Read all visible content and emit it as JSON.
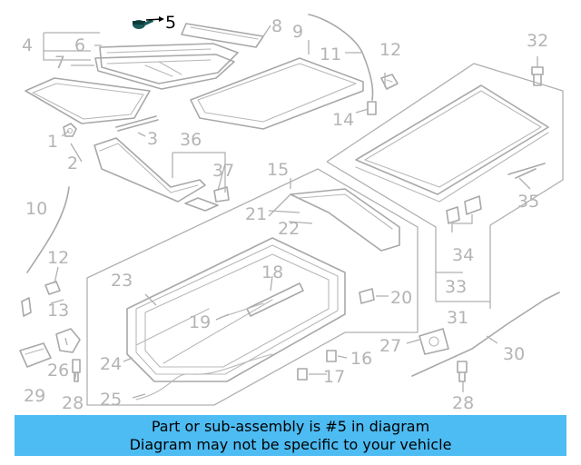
{
  "callouts": [
    {
      "id": "1",
      "text": "1",
      "highlighted": false
    },
    {
      "id": "2",
      "text": "2",
      "highlighted": false
    },
    {
      "id": "3",
      "text": "3",
      "highlighted": false
    },
    {
      "id": "4",
      "text": "4",
      "highlighted": false
    },
    {
      "id": "5",
      "text": "5",
      "highlighted": true
    },
    {
      "id": "6",
      "text": "6",
      "highlighted": false
    },
    {
      "id": "7",
      "text": "7",
      "highlighted": false
    },
    {
      "id": "8",
      "text": "8",
      "highlighted": false
    },
    {
      "id": "9",
      "text": "9",
      "highlighted": false
    },
    {
      "id": "10",
      "text": "10",
      "highlighted": false
    },
    {
      "id": "11",
      "text": "11",
      "highlighted": false
    },
    {
      "id": "12a",
      "text": "12",
      "highlighted": false
    },
    {
      "id": "12b",
      "text": "12",
      "highlighted": false
    },
    {
      "id": "13",
      "text": "13",
      "highlighted": false
    },
    {
      "id": "14",
      "text": "14",
      "highlighted": false
    },
    {
      "id": "15",
      "text": "15",
      "highlighted": false
    },
    {
      "id": "16",
      "text": "16",
      "highlighted": false
    },
    {
      "id": "17",
      "text": "17",
      "highlighted": false
    },
    {
      "id": "18",
      "text": "18",
      "highlighted": false
    },
    {
      "id": "19",
      "text": "19",
      "highlighted": false
    },
    {
      "id": "20",
      "text": "20",
      "highlighted": false
    },
    {
      "id": "21",
      "text": "21",
      "highlighted": false
    },
    {
      "id": "22",
      "text": "22",
      "highlighted": false
    },
    {
      "id": "23",
      "text": "23",
      "highlighted": false
    },
    {
      "id": "24",
      "text": "24",
      "highlighted": false
    },
    {
      "id": "25",
      "text": "25",
      "highlighted": false
    },
    {
      "id": "26",
      "text": "26",
      "highlighted": false
    },
    {
      "id": "27",
      "text": "27",
      "highlighted": false
    },
    {
      "id": "28a",
      "text": "28",
      "highlighted": false
    },
    {
      "id": "28b",
      "text": "28",
      "highlighted": false
    },
    {
      "id": "29",
      "text": "29",
      "highlighted": false
    },
    {
      "id": "30",
      "text": "30",
      "highlighted": false
    },
    {
      "id": "31",
      "text": "31",
      "highlighted": false
    },
    {
      "id": "32",
      "text": "32",
      "highlighted": false
    },
    {
      "id": "33",
      "text": "33",
      "highlighted": false
    },
    {
      "id": "34",
      "text": "34",
      "highlighted": false
    },
    {
      "id": "35",
      "text": "35",
      "highlighted": false
    },
    {
      "id": "36",
      "text": "36",
      "highlighted": false
    },
    {
      "id": "37",
      "text": "37",
      "highlighted": false
    }
  ],
  "banner": {
    "line1": "Part or sub-assembly is #5 in diagram",
    "line2": "Diagram may not be specific to your vehicle",
    "background_color": "#4dbcf3"
  },
  "colors": {
    "linework": "#a8a8a8",
    "callout_text": "#b4b4b4",
    "highlight_text": "#000000",
    "highlight_part": "#1a5a5a"
  }
}
